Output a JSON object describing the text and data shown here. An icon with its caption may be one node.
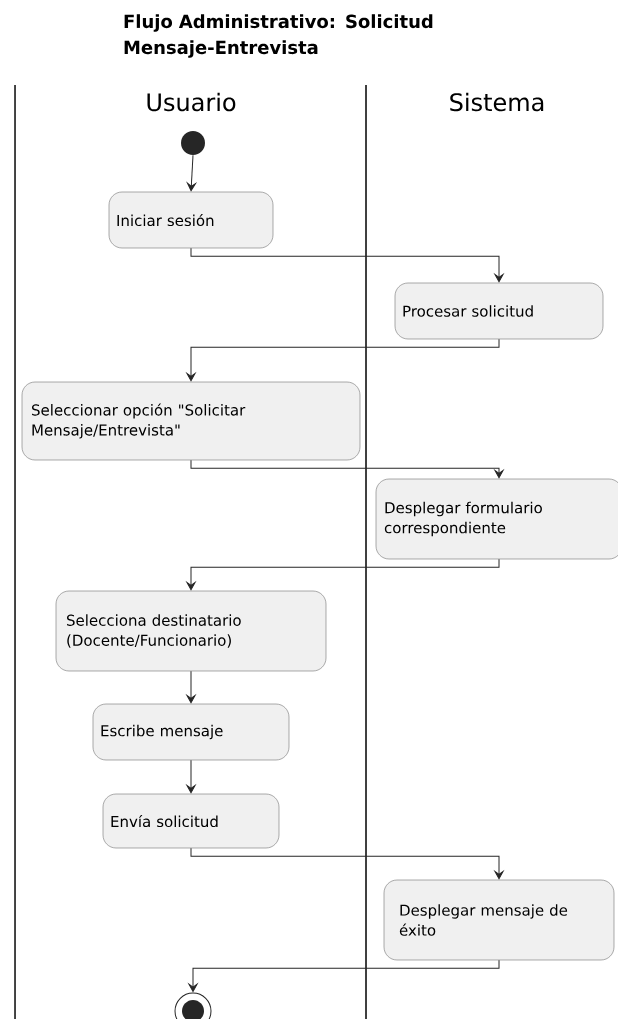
{
  "diagram": {
    "title": "Flujo Administrativo: Solicitud Mensaje-Entrevista",
    "nodes": [
      {
        "text": [],
        "shape": "circle"
      },
      {
        "text": [
          "Iniciar sesión"
        ]
      },
      {
        "text": [
          "Procesar solicitud"
        ]
      },
      {
        "text": [
          "Seleccionar opción \"Solicitar Mensaje/Entrevista\""
        ]
      },
      {
        "text": [
          "Desplegar formulario correspondiente"
        ]
      },
      {
        "text": [
          "Selecciona destinatario (Docente/Funcionario)"
        ]
      },
      {
        "text": [
          "Escribe mensaje"
        ]
      },
      {
        "text": [
          "Envía solicitud"
        ]
      },
      {
        "text": [
          "Desplegar mensaje de éxito"
        ]
      },
      {
        "text": [],
        "shape": "circle"
      }
    ],
    "edges": [
      {
        "from": 0,
        "to": 1,
        "arrow": "to"
      },
      {
        "from": 1,
        "to": 2,
        "arrow": "to"
      },
      {
        "from": 2,
        "to": 3,
        "arrow": "to"
      },
      {
        "from": 3,
        "to": 4,
        "arrow": "to"
      },
      {
        "from": 4,
        "to": 5,
        "arrow": "to"
      },
      {
        "from": 5,
        "to": 6,
        "arrow": "to"
      },
      {
        "from": 6,
        "to": 7,
        "arrow": "to"
      },
      {
        "from": 7,
        "to": 8,
        "arrow": "to"
      },
      {
        "from": 8,
        "to": 9,
        "arrow": "to"
      }
    ],
    "labels": [
      "Usuario",
      "Sistema"
    ]
  }
}
